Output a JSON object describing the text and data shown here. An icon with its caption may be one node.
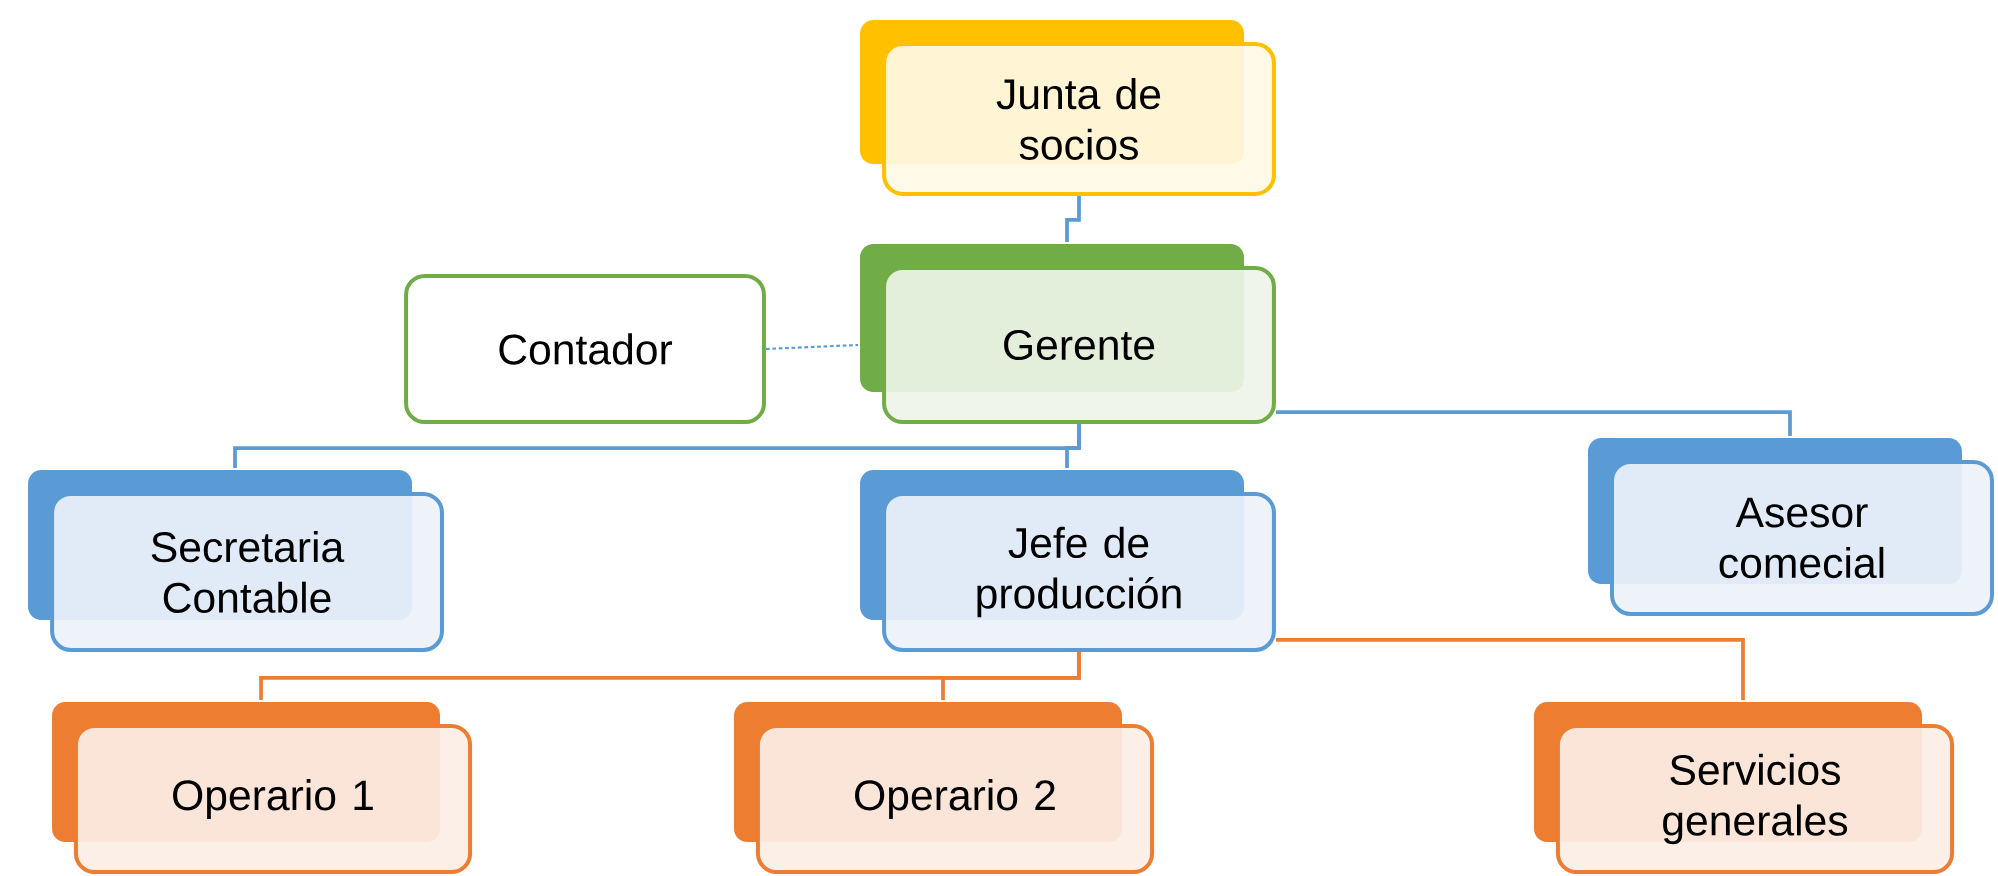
{
  "diagram": {
    "nodes": [
      {
        "text": [
          "Junta de socios"
        ]
      },
      {
        "text": [
          "Contador"
        ]
      },
      {
        "text": [
          "Gerente"
        ]
      },
      {
        "text": [
          "Secretaria Contable"
        ]
      },
      {
        "text": [
          "Jefe de producción"
        ]
      },
      {
        "text": [
          "Asesor comecial"
        ]
      },
      {
        "text": [
          "Operario 1"
        ]
      },
      {
        "text": [
          "Operario 2"
        ]
      },
      {
        "text": [
          "Servicios generales"
        ]
      }
    ],
    "edges": [
      {
        "from": 0,
        "to": 2,
        "arrow": "none",
        "color": "#5b9bd5"
      },
      {
        "from": 1,
        "to": 2,
        "arrow": "none",
        "style": "dashed",
        "color": "#5b9bd5"
      },
      {
        "from": 2,
        "to": 3,
        "arrow": "none",
        "color": "#5b9bd5"
      },
      {
        "from": 2,
        "to": 4,
        "arrow": "none",
        "color": "#5b9bd5"
      },
      {
        "from": 2,
        "to": 5,
        "arrow": "none",
        "color": "#5b9bd5"
      },
      {
        "from": 4,
        "to": 6,
        "arrow": "none",
        "color": "#ed7d31"
      },
      {
        "from": 4,
        "to": 7,
        "arrow": "none",
        "color": "#ed7d31"
      },
      {
        "from": 4,
        "to": 8,
        "arrow": "none",
        "color": "#ed7d31"
      }
    ]
  }
}
